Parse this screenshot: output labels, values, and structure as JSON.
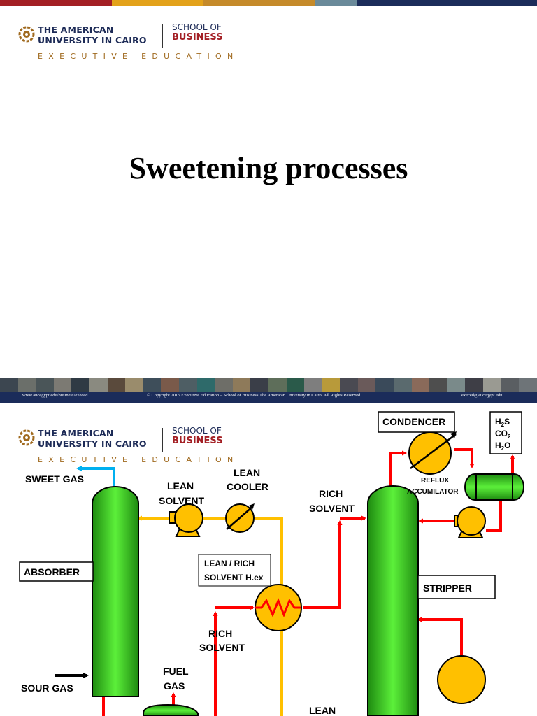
{
  "colors": {
    "navy": "#1b2c5a",
    "brand_red": "#a31f24",
    "brand_gold": "#a06a1f",
    "vessel_green": "#44dd22",
    "equipment_yellow": "#ffc000",
    "line_red": "#ff0000",
    "line_yellow": "#ffc000",
    "line_blue": "#00b0f0"
  },
  "logo": {
    "line1": "THE AMERICAN",
    "line2": "UNIVERSITY IN CAIRO",
    "school_line1": "SCHOOL OF",
    "school_line2": "BUSINESS",
    "tagline": "EXECUTIVE EDUCATION",
    "emblem_icon": "auc-emblem-icon"
  },
  "slide1": {
    "title": "Sweetening processes",
    "footer": {
      "url": "www.aucegypt.edu/business/execed",
      "copyright": "© Copyright 2015 Executive Education – School of Business The American University in Cairo. All Rights Reserved",
      "email": "execed@aucegypt.edu"
    }
  },
  "slide2": {
    "labels": {
      "condencer": "CONDENCER",
      "gases": [
        "H",
        "CO",
        "H",
        "O"
      ],
      "gas_h2s": "S",
      "sub2": "2",
      "reflux_1": "REFLUX",
      "reflux_2": "ACCUMILATOR",
      "sweet_gas": "SWEET GAS",
      "lean_cooler_1": "LEAN",
      "lean_cooler_2": "COOLER",
      "lean_solvent_1": "LEAN",
      "lean_solvent_2": "SOLVENT",
      "rich_solvent_top_1": "RICH",
      "rich_solvent_top_2": "SOLVENT",
      "absorber": "ABSORBER",
      "hex_1": "LEAN / RICH",
      "hex_2": "SOLVENT H.ex",
      "stripper": "STRIPPER",
      "rich_solvent_mid_1": "RICH",
      "rich_solvent_mid_2": "SOLVENT",
      "fuel_gas_1": "FUEL",
      "fuel_gas_2": "GAS",
      "sour_gas": "SOUR GAS",
      "lean_bottom": "LEAN"
    }
  }
}
